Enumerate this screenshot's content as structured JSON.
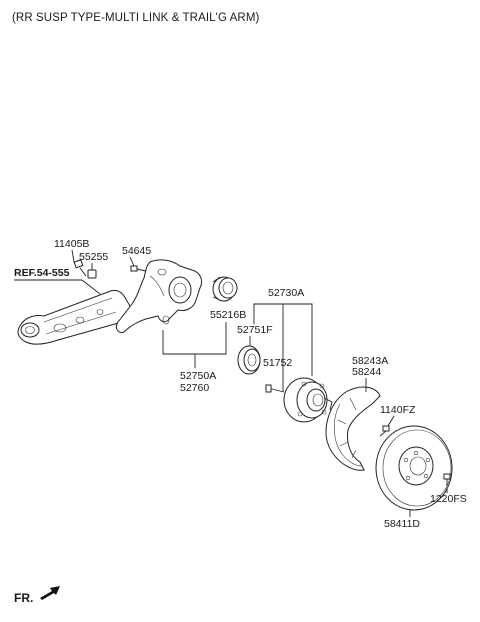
{
  "title": "(RR SUSP TYPE-MULTI LINK & TRAIL'G ARM)",
  "labels": {
    "p11405B": "11405B",
    "p55255": "55255",
    "p54645": "54645",
    "ref": "REF.54-555",
    "p52730A": "52730A",
    "p55216B": "55216B",
    "p52751F": "52751F",
    "p51752": "51752",
    "p52750A": "52750A",
    "p52760": "52760",
    "p58243A": "58243A",
    "p58244": "58244",
    "p1140FZ": "1140FZ",
    "p1220FS": "1220FS",
    "p58411D": "58411D"
  },
  "footer": {
    "fr": "FR."
  }
}
